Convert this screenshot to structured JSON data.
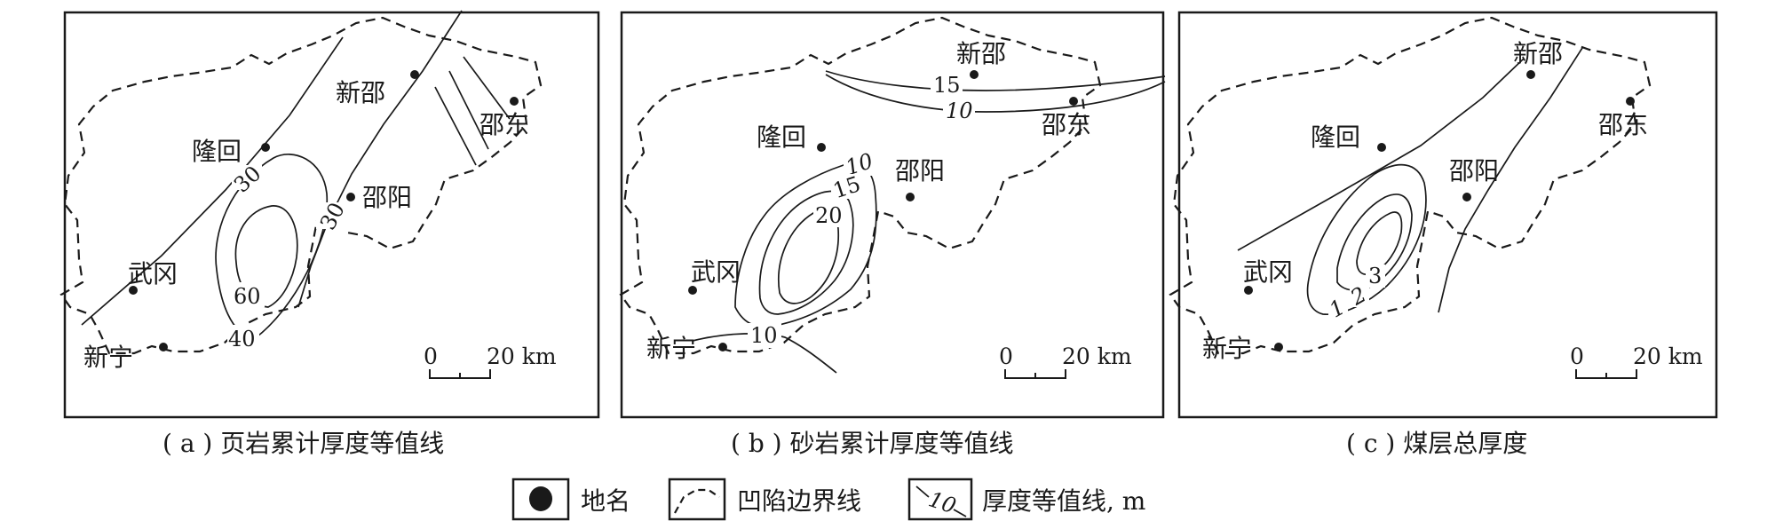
{
  "panels": [
    {
      "caption": "( a ) 页岩累计厚度等值线",
      "places": {
        "xinshao": "新邵",
        "shaodong": "邵东",
        "longhui": "隆回",
        "shaoyang": "邵阳",
        "wugang": "武冈",
        "xinning": "新宁"
      },
      "isolines": [
        "30",
        "30",
        "60",
        "40"
      ],
      "scale": {
        "zero": "0",
        "distance": "20 km"
      }
    },
    {
      "caption": "( b ) 砂岩累计厚度等值线",
      "places": {
        "xinshao": "新邵",
        "shaodong": "邵东",
        "longhui": "隆回",
        "shaoyang": "邵阳",
        "wugang": "武冈",
        "xinning": "新宁"
      },
      "isolines": [
        "15",
        "10",
        "10",
        "15",
        "20",
        "10"
      ],
      "scale": {
        "zero": "0",
        "distance": "20 km"
      }
    },
    {
      "caption": "( c ) 煤层总厚度",
      "places": {
        "xinshao": "新邵",
        "shaodong": "邵东",
        "longhui": "隆回",
        "shaoyang": "邵阳",
        "wugang": "武冈",
        "xinning": "新宁"
      },
      "isolines": [
        "3",
        "2",
        "1"
      ],
      "scale": {
        "zero": "0",
        "distance": "20 km"
      }
    }
  ],
  "legend": {
    "place_name": "地名",
    "boundary": "凹陷边界线",
    "isoline": "厚度等值线, m",
    "sample_value": "10"
  }
}
